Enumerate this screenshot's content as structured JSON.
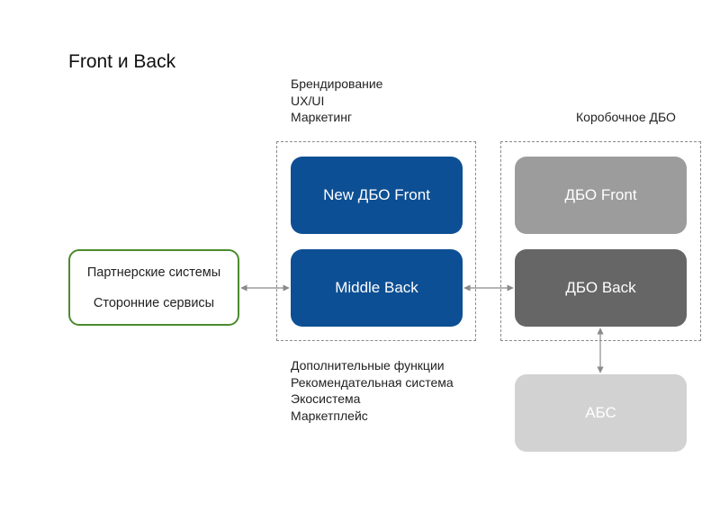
{
  "title": "Front и Back",
  "top_notes": [
    "Брендирование",
    "UX/UI",
    "Маркетинг"
  ],
  "boxed_label": "Коробочное ДБО",
  "partner_box": {
    "line1": "Партнерские системы",
    "line2": "Сторонние сервисы"
  },
  "boxes": {
    "new_front": "New ДБО Front",
    "middle_back": "Middle Back",
    "dbo_front": "ДБО Front",
    "dbo_back": "ДБО Back",
    "abs": "АБС"
  },
  "bottom_notes": [
    "Дополнительные функции",
    "Рекомендательная система",
    "Экосистема",
    "Маркетплейс"
  ],
  "colors": {
    "blue": "#0d4f94",
    "grey_mid": "#9c9c9c",
    "grey_dark": "#666666",
    "grey_light": "#d2d2d2",
    "partner_border": "#4a8b2c"
  }
}
